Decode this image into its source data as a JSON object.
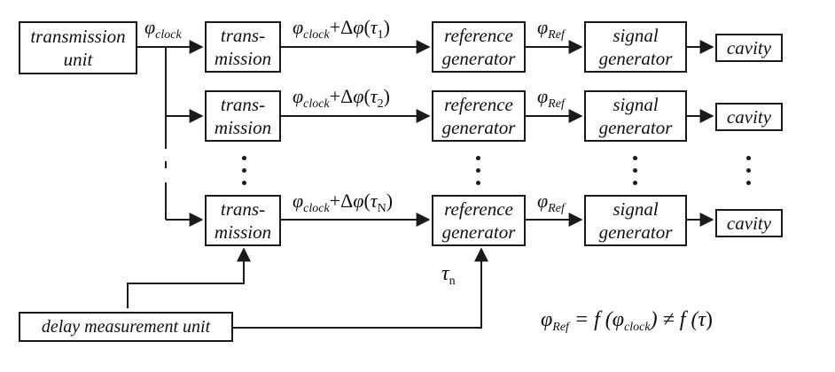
{
  "blocks": {
    "transmission_unit": {
      "line1": "transmission",
      "line2": "unit"
    },
    "transmission": {
      "line1": "trans-",
      "line2": "mission"
    },
    "reference_generator": {
      "line1": "reference",
      "line2": "generator"
    },
    "signal_generator": {
      "line1": "signal",
      "line2": "generator"
    },
    "cavity": "cavity",
    "delay_measurement_unit": "delay measurement unit"
  },
  "signals": {
    "phi": "φ",
    "clock_sub": "clock",
    "ref_sub": "Ref",
    "plus_delta": "+Δ",
    "tau": "τ",
    "index_1": "1",
    "index_2": "2",
    "index_N": "N",
    "tau_n_sub": "n"
  },
  "equation": {
    "lhs_phi": "φ",
    "lhs_sub": "Ref",
    "eq_f": " = f (",
    "mid_phi": "φ",
    "mid_sub": "clock",
    "neq": ") ≠ f (",
    "tau": "τ",
    "close": ")"
  }
}
